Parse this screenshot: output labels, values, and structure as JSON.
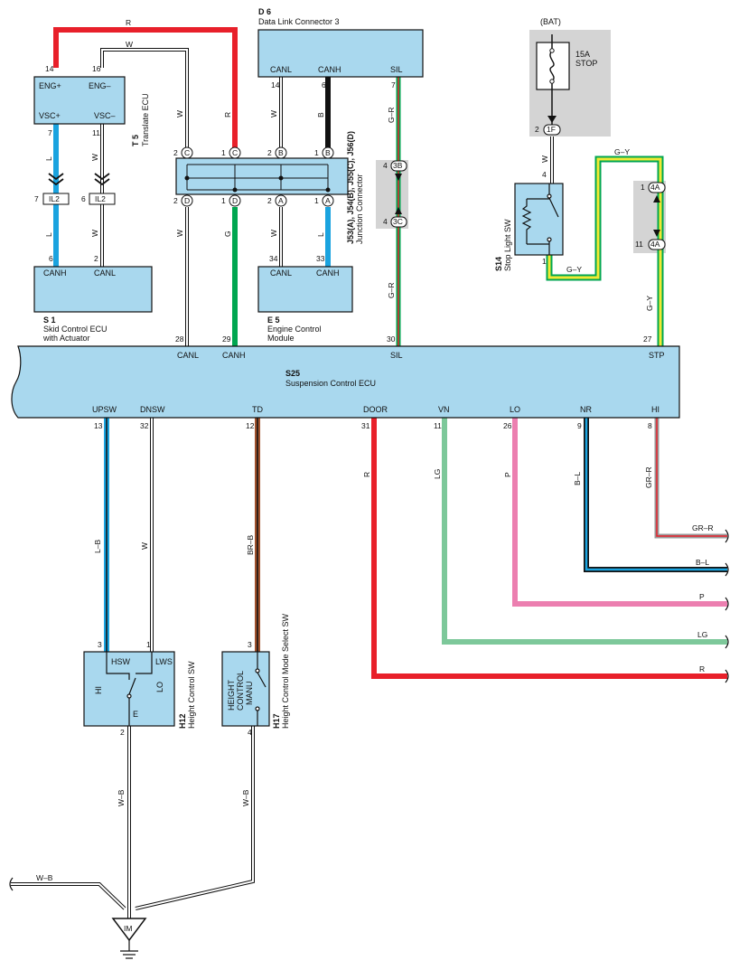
{
  "components": {
    "d6": {
      "id": "D 6",
      "name": "Data Link Connector 3",
      "pins": [
        "CANL",
        "CANH",
        "SIL"
      ],
      "pin_nums": [
        "14",
        "6",
        "7"
      ]
    },
    "t5": {
      "id": "T 5",
      "name": "Translate ECU",
      "pins": [
        "ENG+",
        "ENG–",
        "VSC+",
        "VSC–"
      ],
      "pin_nums": [
        "14",
        "16",
        "7",
        "11"
      ]
    },
    "s1": {
      "id": "S 1",
      "name1": "Skid Control ECU",
      "name2": "with Actuator",
      "pins": [
        "CANH",
        "CANL"
      ],
      "pin_nums": [
        "6",
        "2"
      ]
    },
    "e5": {
      "id": "E 5",
      "name1": "Engine Control",
      "name2": "Module",
      "pins": [
        "CANL",
        "CANH"
      ],
      "pin_nums": [
        "34",
        "33"
      ]
    },
    "jc": {
      "id": "J53(A), J54(B), J55(C), J56(D)",
      "name": "Junction Connector"
    },
    "s14": {
      "id": "S14",
      "name": "Stop Light SW"
    },
    "fuse": {
      "bat": "(BAT)",
      "rating": "15A",
      "name": "STOP"
    },
    "s25": {
      "id": "S25",
      "name": "Suspension Control ECU",
      "top_pins": [
        {
          "label": "CANL",
          "num": "28"
        },
        {
          "label": "CANH",
          "num": "29"
        },
        {
          "label": "SIL",
          "num": "30"
        },
        {
          "label": "STP",
          "num": "27"
        }
      ],
      "bottom_pins": [
        {
          "label": "UPSW",
          "num": "13"
        },
        {
          "label": "DNSW",
          "num": "32"
        },
        {
          "label": "TD",
          "num": "12"
        },
        {
          "label": "DOOR",
          "num": "31"
        },
        {
          "label": "VN",
          "num": "11"
        },
        {
          "label": "LO",
          "num": "26"
        },
        {
          "label": "NR",
          "num": "9"
        },
        {
          "label": "HI",
          "num": "8"
        }
      ]
    },
    "h12": {
      "id": "H12",
      "name": "Height Control SW",
      "labels": [
        "HSW",
        "LWS",
        "HI",
        "LO",
        "E"
      ],
      "pin_nums": [
        "3",
        "1",
        "2"
      ]
    },
    "h17": {
      "id": "H17",
      "name": "Height  Control Mode Select SW",
      "line1": "HEIGHT",
      "line2": "CONTROL",
      "line3": "MANU",
      "pin_nums": [
        "3",
        "4"
      ]
    },
    "ground": {
      "label": "IM"
    }
  },
  "connectors": {
    "il2a": "IL2",
    "il2b": "IL2",
    "il2a_num": "7",
    "il2b_num": "6",
    "c3b": "3B",
    "c3c": "3C",
    "c3b_num": "4",
    "c3c_num": "4",
    "c4a1": "4A",
    "c4a2": "4A",
    "c4a1_num": "1",
    "c4a2_num": "11",
    "c1f": "1F",
    "c1f_num": "2",
    "jc_top": [
      {
        "num": "2",
        "l": "C"
      },
      {
        "num": "1",
        "l": "C"
      },
      {
        "num": "2",
        "l": "B"
      },
      {
        "num": "1",
        "l": "B"
      }
    ],
    "jc_bot": [
      {
        "num": "2",
        "l": "D"
      },
      {
        "num": "1",
        "l": "D"
      },
      {
        "num": "2",
        "l": "A"
      },
      {
        "num": "1",
        "l": "A"
      }
    ]
  },
  "wires": {
    "r": "R",
    "w": "W",
    "b": "B",
    "l": "L",
    "g": "G",
    "gr": "G–R",
    "gy": "G–Y",
    "lb": "L–B",
    "brb": "BR–B",
    "lg": "LG",
    "p": "P",
    "bl": "B–L",
    "grr": "GR–R",
    "wb": "W–B"
  },
  "misc_pins": {
    "s14_top": "4",
    "s14_bot": "1",
    "fuse_pin": "2"
  },
  "colors": {
    "component": "#a9d8ee",
    "red": "#e8202a",
    "blue": "#1aa3df",
    "green": "#00a650",
    "lightgreen": "#7dc89a",
    "pink": "#ec7fb0",
    "yellow": "#f2e933",
    "brown": "#a0522d",
    "gray": "#d4d4d4"
  }
}
